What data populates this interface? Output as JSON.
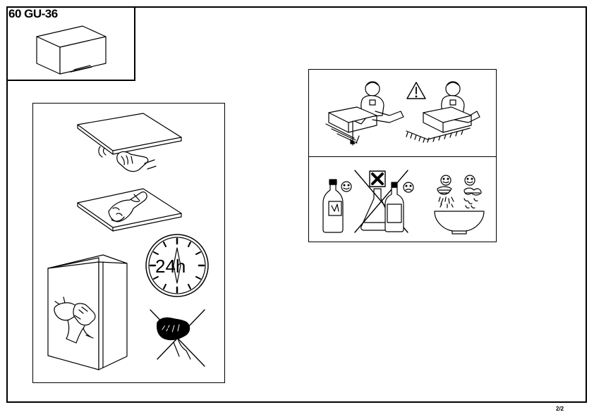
{
  "header": {
    "product_code": "60 GU-36"
  },
  "clock": {
    "label": "24h"
  },
  "footer": {
    "page_number": "2/2"
  },
  "icons": {
    "cabinet_thumbnail": "wall-cabinet-icon",
    "cleaning_steps": [
      "wipe-edge-icon",
      "wipe-surface-icon"
    ],
    "wait": "clock-24h-icon",
    "no_scrub": "no-rough-cloth-icon",
    "cabinet_wipe": "cabinet-wipe-icon",
    "assembly_ok": "assembly-on-soft-floor-icon",
    "warning": "warning-triangle-icon",
    "assembly_bad": "assembly-on-rough-floor-icon",
    "detergents": [
      "mild-detergent-icon",
      "forbidden-chemical-icon",
      "solvent-bottle-icon"
    ],
    "soap_water": "soap-water-bowl-icon"
  },
  "colors": {
    "line": "#000000",
    "background": "#ffffff"
  }
}
